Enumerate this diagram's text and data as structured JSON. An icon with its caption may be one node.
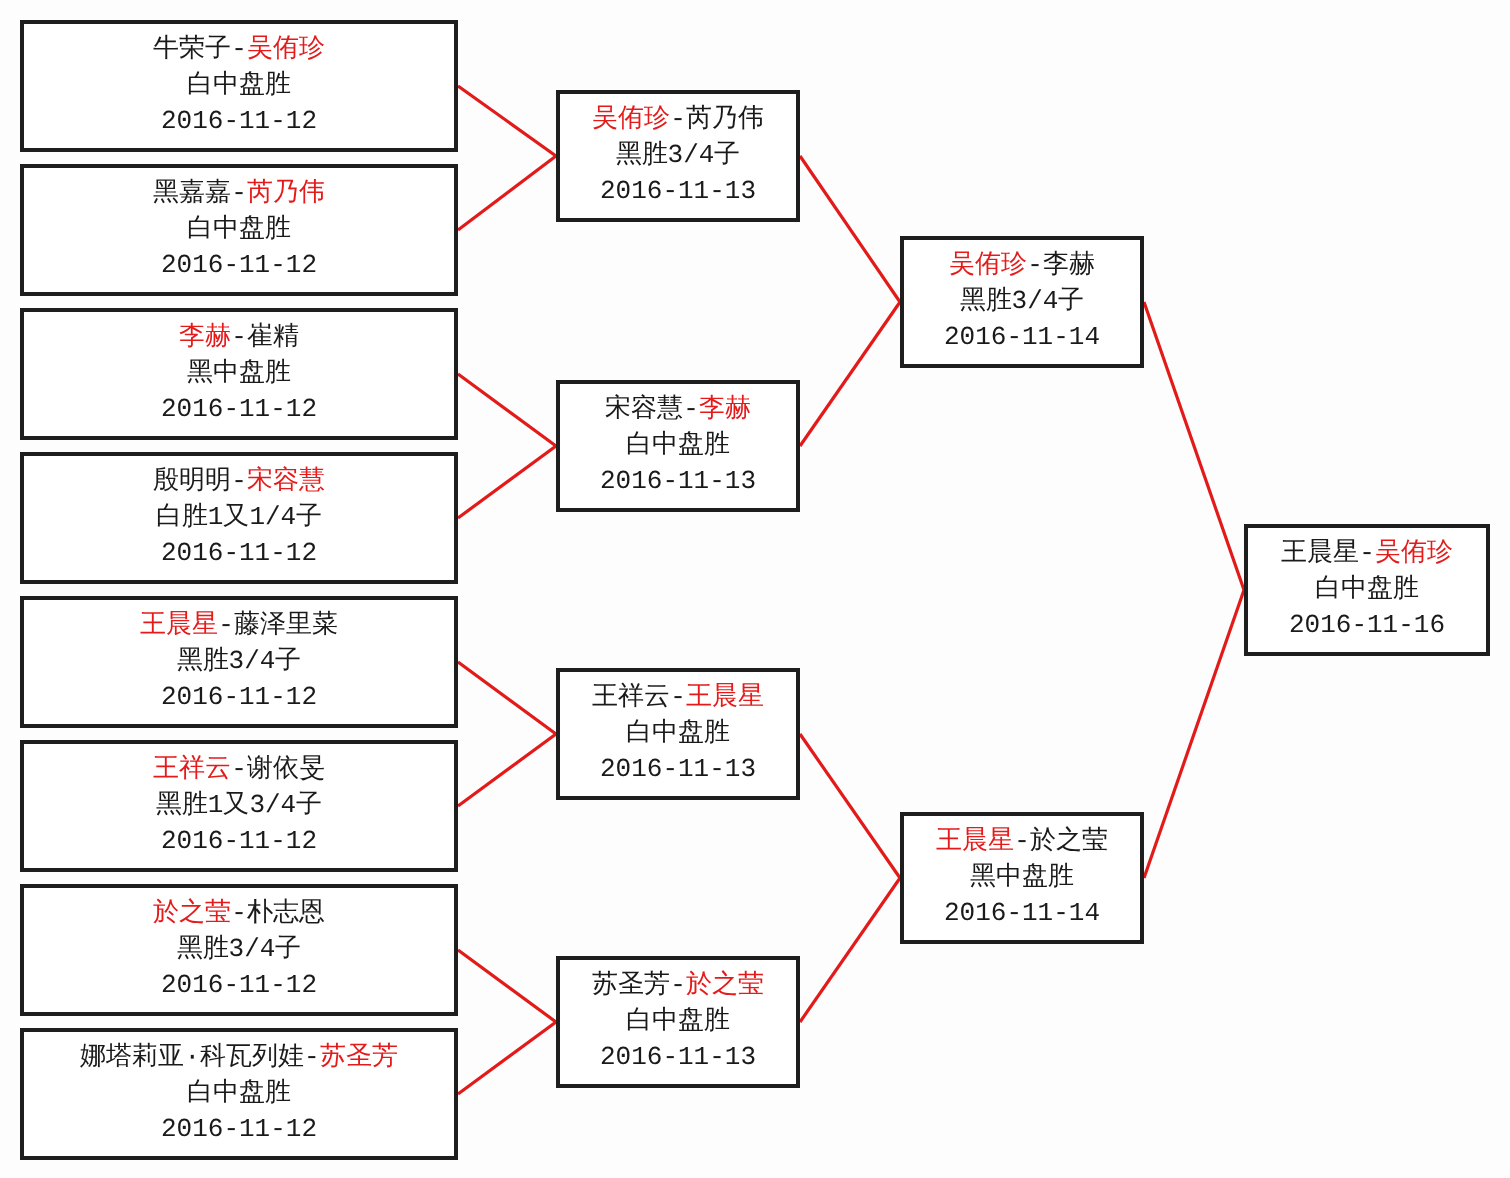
{
  "diagram": {
    "nodes": [
      {
        "text": [
          "牛荣子-**吴侑珍**",
          "白中盘胜",
          "2016-11-12"
        ]
      },
      {
        "text": [
          "黑嘉嘉-**芮乃伟**",
          "白中盘胜",
          "2016-11-12"
        ]
      },
      {
        "text": [
          "**李赫**-崔精",
          "黑中盘胜",
          "2016-11-12"
        ]
      },
      {
        "text": [
          "殷明明-**宋容慧**",
          "白胜1又1/4子",
          "2016-11-12"
        ]
      },
      {
        "text": [
          "**王晨星**-藤泽里菜",
          "黑胜3/4子",
          "2016-11-12"
        ]
      },
      {
        "text": [
          "**王祥云**-谢依旻",
          "黑胜1又3/4子",
          "2016-11-12"
        ]
      },
      {
        "text": [
          "**於之莹**-朴志恩",
          "黑胜3/4子",
          "2016-11-12"
        ]
      },
      {
        "text": [
          "娜塔莉亚·科瓦列娃-**苏圣芳**",
          "白中盘胜",
          "2016-11-12"
        ]
      },
      {
        "text": [
          "**吴侑珍**-芮乃伟",
          "黑胜3/4子",
          "2016-11-13"
        ]
      },
      {
        "text": [
          "宋容慧-**李赫**",
          "白中盘胜",
          "2016-11-13"
        ]
      },
      {
        "text": [
          "王祥云-**王晨星**",
          "白中盘胜",
          "2016-11-13"
        ]
      },
      {
        "text": [
          "苏圣芳-**於之莹**",
          "白中盘胜",
          "2016-11-13"
        ]
      },
      {
        "text": [
          "**吴侑珍**-李赫",
          "黑胜3/4子",
          "2016-11-14"
        ]
      },
      {
        "text": [
          "**王晨星**-於之莹",
          "黑中盘胜",
          "2016-11-14"
        ]
      },
      {
        "text": [
          "王晨星-**吴侑珍**",
          "白中盘胜",
          "2016-11-16"
        ]
      }
    ],
    "edges": [
      {
        "from": 0,
        "to": 8,
        "arrow": "none"
      },
      {
        "from": 1,
        "to": 8,
        "arrow": "none"
      },
      {
        "from": 2,
        "to": 9,
        "arrow": "none"
      },
      {
        "from": 3,
        "to": 9,
        "arrow": "none"
      },
      {
        "from": 4,
        "to": 10,
        "arrow": "none"
      },
      {
        "from": 5,
        "to": 10,
        "arrow": "none"
      },
      {
        "from": 6,
        "to": 11,
        "arrow": "none"
      },
      {
        "from": 7,
        "to": 11,
        "arrow": "none"
      },
      {
        "from": 8,
        "to": 12,
        "arrow": "none"
      },
      {
        "from": 9,
        "to": 12,
        "arrow": "none"
      },
      {
        "from": 10,
        "to": 13,
        "arrow": "none"
      },
      {
        "from": 11,
        "to": 13,
        "arrow": "none"
      },
      {
        "from": 12,
        "to": 14,
        "arrow": "none"
      },
      {
        "from": 13,
        "to": 14,
        "arrow": "none"
      }
    ]
  }
}
